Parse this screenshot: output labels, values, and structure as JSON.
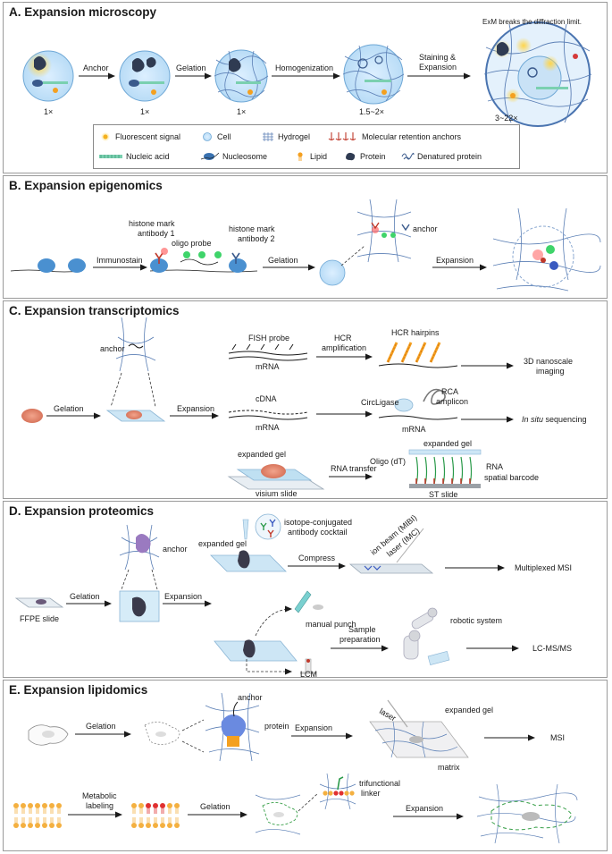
{
  "panels": {
    "a": {
      "title": "A. Expansion microscopy",
      "note": "ExM breaks the diffraction limit.",
      "steps": [
        "Anchor",
        "Gelation",
        "Homogenization"
      ],
      "step4_line1": "Staining &",
      "step4_line2": "Expansion",
      "factors": [
        "1×",
        "1×",
        "1×",
        "1.5~2×",
        "3~22×"
      ]
    },
    "legend": {
      "fluorescent": "Fluorescent signal",
      "cell": "Cell",
      "hydrogel": "Hydrogel",
      "anchors": "Molecular retention anchors",
      "nucleic": "Nucleic acid",
      "nucleosome": "Nucleosome",
      "lipid": "Lipid",
      "protein": "Protein",
      "denatured": "Denatured protein"
    },
    "b": {
      "title": "B. Expansion epigenomics",
      "ab1_line1": "histone mark",
      "ab1_line2": "antibody 1",
      "oligo": "oligo probe",
      "ab2_line1": "histone mark",
      "ab2_line2": "antibody 2",
      "immunostain": "Immunostain",
      "gelation": "Gelation",
      "anchor": "anchor",
      "expansion": "Expansion"
    },
    "c": {
      "title": "C. Expansion transcriptomics",
      "anchor": "anchor",
      "gelation": "Gelation",
      "expansion": "Expansion",
      "fish": "FISH probe",
      "mrna1": "mRNA",
      "hcr_line1": "HCR",
      "hcr_line2": "amplification",
      "hairpins": "HCR hairpins",
      "imaging_line1": "3D nanoscale",
      "imaging_line2": "imaging",
      "cdna": "cDNA",
      "mrna2": "mRNA",
      "circligase": "CircLigase",
      "rca_line1": "RCA",
      "rca_line2": "amplicon",
      "mrna3": "mRNA",
      "insitu_ital": "In situ",
      "insitu_rest": " sequencing",
      "expanded_gel": "expanded gel",
      "visium": "visium slide",
      "rna_transfer": "RNA transfer",
      "expanded_gel2": "expanded gel",
      "oligo_dt": "Oligo (dT)",
      "rna": "RNA",
      "barcode": "spatial barcode",
      "st_slide": "ST slide"
    },
    "d": {
      "title": "D. Expansion proteomics",
      "isotope_line1": "isotope-conjugated",
      "isotope_line2": "antibody cocktail",
      "expanded_gel": "expanded gel",
      "anchor": "anchor",
      "compress": "Compress",
      "ion_beam": "ion beam (MIBI)",
      "laser": "laser (IMC)",
      "msi": "Multiplexed MSI",
      "ffpe": "FFPE slide",
      "gelation": "Gelation",
      "expansion": "Expansion",
      "punch": "manual punch",
      "lcm": "LCM",
      "sample_line1": "Sample",
      "sample_line2": "preparation",
      "robot": "robotic system",
      "lcms": "LC-MS/MS"
    },
    "e": {
      "title": "E. Expansion lipidomics",
      "anchor": "anchor",
      "protein": "protein",
      "gelation": "Gelation",
      "expansion": "Expansion",
      "laser": "laser",
      "expanded_gel": "expanded gel",
      "matrix": "matrix",
      "msi": "MSI",
      "metabolic_line1": "Metabolic",
      "metabolic_line2": "labeling",
      "gelation2": "Gelation",
      "trifunctional_line1": "trifunctional",
      "trifunctional_line2": "linker",
      "expansion2": "Expansion"
    }
  }
}
